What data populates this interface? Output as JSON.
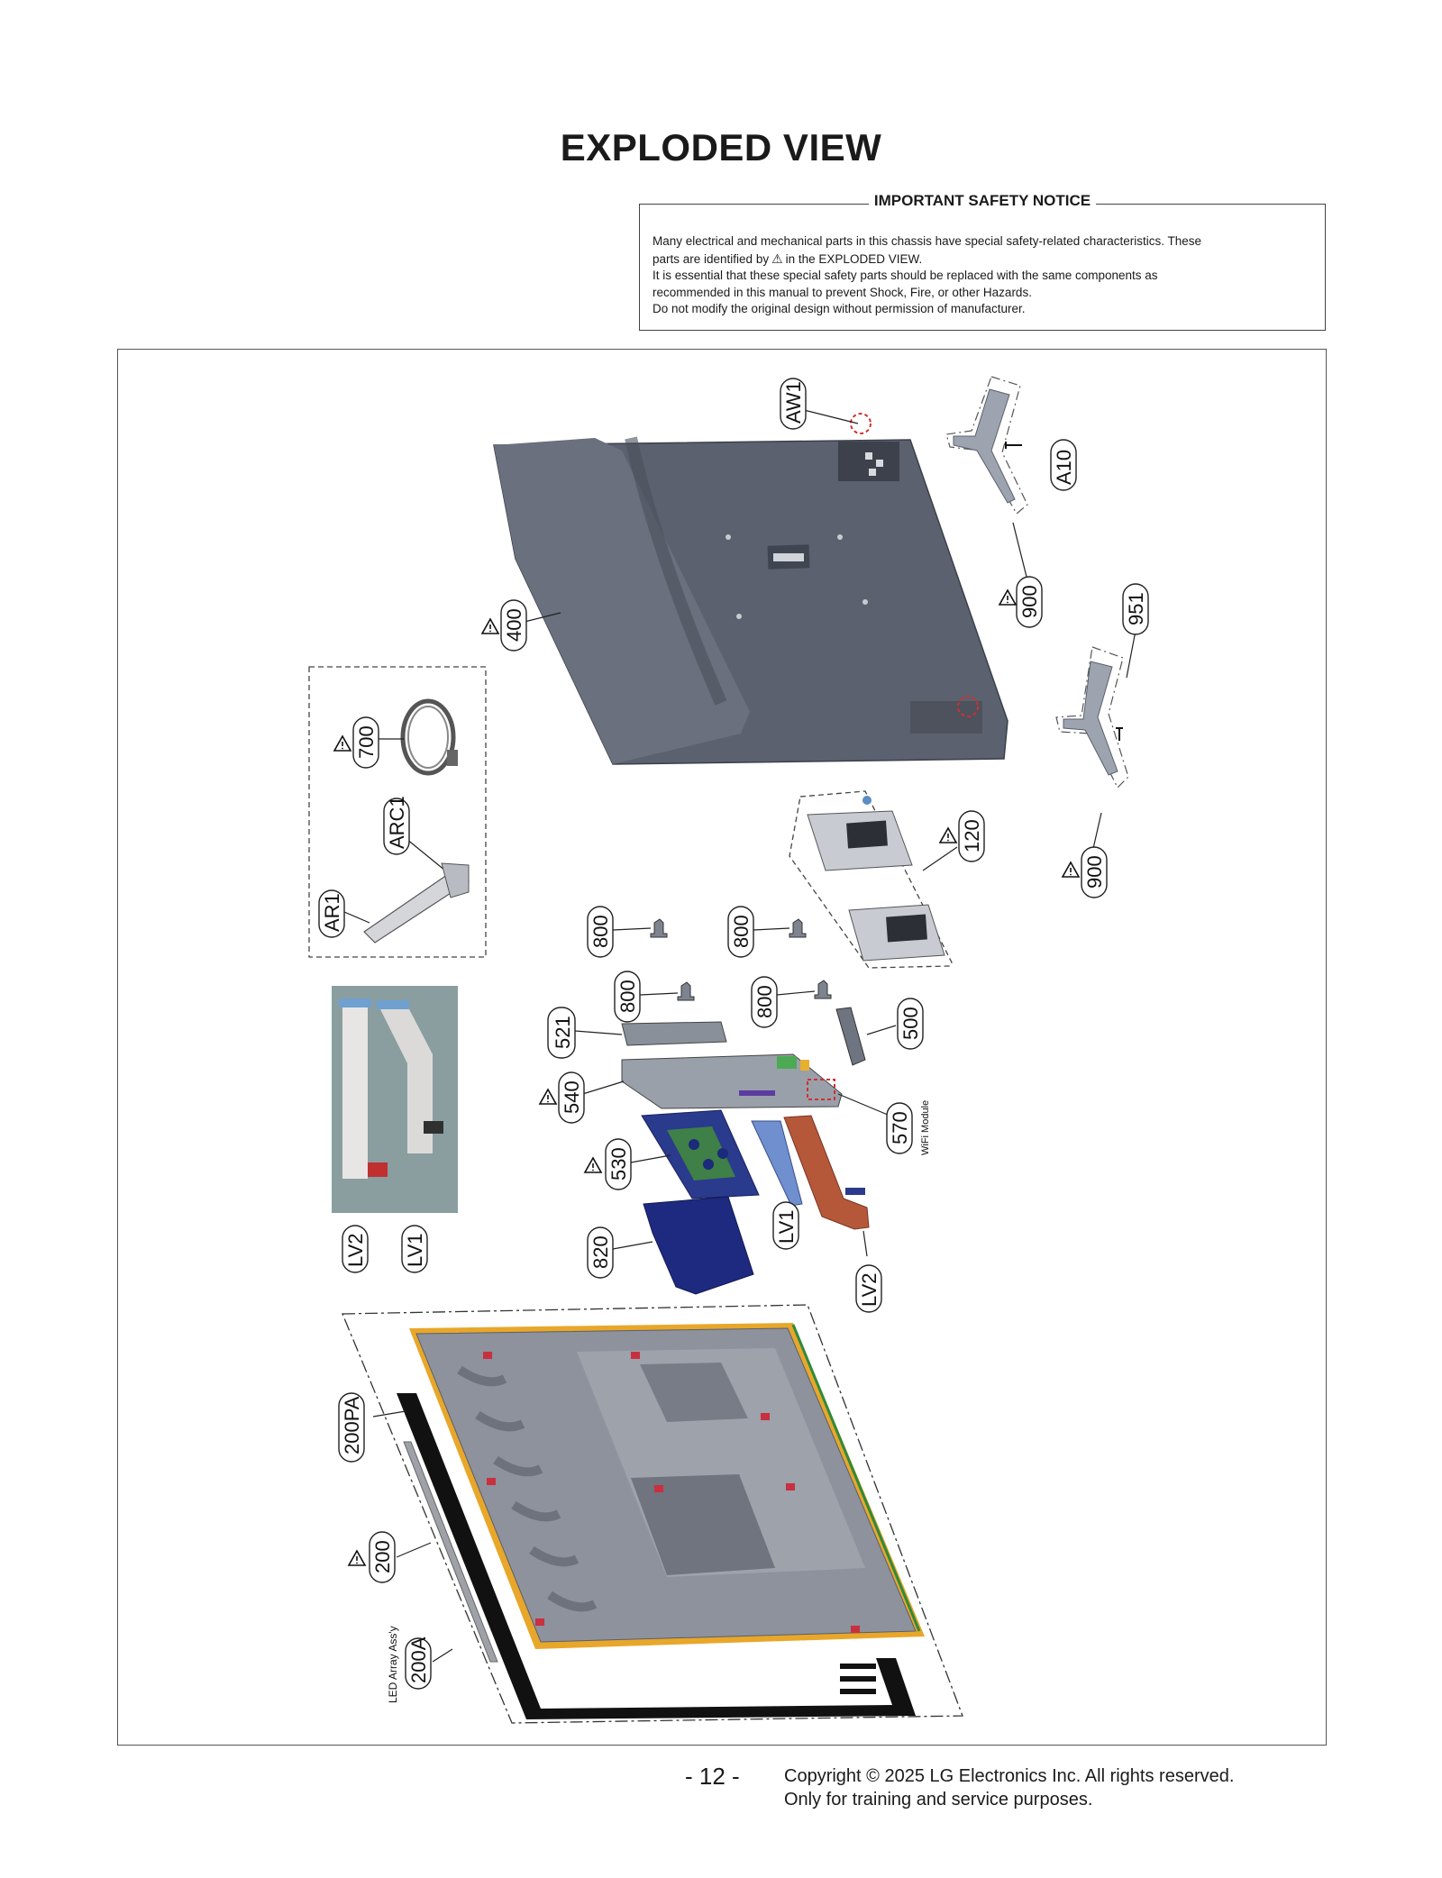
{
  "page": {
    "title": "EXPLODED VIEW",
    "page_number": "- 12 -",
    "copyright": "Copyright © 2025 LG Electronics Inc. All rights reserved.",
    "training_note": "Only for training and service purposes."
  },
  "safety_notice": {
    "heading": "IMPORTANT SAFETY NOTICE",
    "line1": "Many electrical and mechanical parts in this chassis have special safety-related characteristics. These",
    "line2a": "parts are identified by",
    "warning_symbol": "⚠",
    "line2b": "in the EXPLODED VIEW.",
    "line3": "It is essential that these special safety parts should be replaced with the same components as",
    "line4": "recommended in this manual to prevent Shock, Fire, or other Hazards.",
    "line5": "Do not modify the original design without permission of manufacturer."
  },
  "part_labels": {
    "aw1": "AW1",
    "a10": "A10",
    "p400": "400",
    "p900_top": "900",
    "p951": "951",
    "p900_bottom": "900",
    "p700": "700",
    "arc1": "ARC1",
    "ar1": "AR1",
    "p120": "120",
    "p800_a": "800",
    "p800_b": "800",
    "p800_c": "800",
    "p800_d": "800",
    "p521": "521",
    "p500": "500",
    "p540": "540",
    "p570": "570",
    "wifi_module": "WiFi Module",
    "p530": "530",
    "lv1": "LV1",
    "lv2": "LV2",
    "lv1_photo": "LV1",
    "lv2_photo": "LV2",
    "p820": "820",
    "p200pa": "200PA",
    "p200": "200",
    "p200a": "200A",
    "led_array": "LED Array Ass'y"
  },
  "colors": {
    "back_cover": "#5d6370",
    "panel_frame": "#e8a72a",
    "pcb_blue": "#2a3a8c",
    "cable_orange": "#b5583a"
  }
}
